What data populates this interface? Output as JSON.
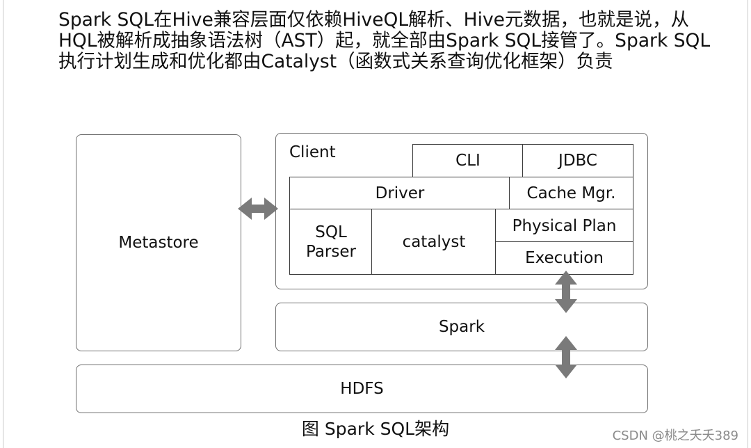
{
  "intro": {
    "text": "Spark SQL在Hive兼容层面仅依赖HiveQL解析、Hive元数据，也就是说，从HQL被解析成抽象语法树（AST）起，就全部由Spark SQL接管了。Spark SQL执行计划生成和优化都由Catalyst（函数式关系查询优化框架）负责"
  },
  "diagram": {
    "metastore": "Metastore",
    "client": "Client",
    "cli": "CLI",
    "jdbc": "JDBC",
    "driver": "Driver",
    "cache_mgr": "Cache Mgr.",
    "sql_parser_line1": "SQL",
    "sql_parser_line2": "Parser",
    "catalyst": "catalyst",
    "physical_plan": "Physical Plan",
    "execution": "Execution",
    "spark": "Spark",
    "hdfs": "HDFS",
    "arrow_color": "#7a7a7a"
  },
  "caption": "图 Spark SQL架构",
  "watermark": "CSDN @桃之夭夭389"
}
